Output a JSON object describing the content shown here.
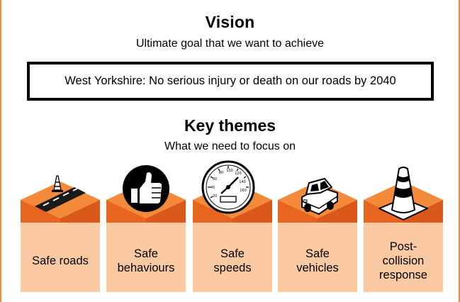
{
  "vision": {
    "title": "Vision",
    "subtitle": "Ultimate goal that we want to achieve",
    "statement": "West Yorkshire: No serious injury or death on our roads by 2040"
  },
  "themes": {
    "title": "Key themes",
    "subtitle": "What we need to focus on",
    "items": [
      {
        "label_lines": [
          "Safe roads"
        ],
        "icon": "road-cone-icon"
      },
      {
        "label_lines": [
          "Safe",
          "behaviours"
        ],
        "icon": "thumbs-up-icon"
      },
      {
        "label_lines": [
          "Safe",
          "speeds"
        ],
        "icon": "speedometer-icon"
      },
      {
        "label_lines": [
          "Safe",
          "vehicles"
        ],
        "icon": "car-icon"
      },
      {
        "label_lines": [
          "Post-",
          "collision",
          "response"
        ],
        "icon": "traffic-cone-icon"
      }
    ]
  },
  "speedometer_ticks": [
    "20",
    "40",
    "60",
    "80",
    "100",
    "120",
    "140",
    "160"
  ],
  "colors": {
    "orange_top": "#f28a3a",
    "orange_side": "#e8651f",
    "peach_body": "#fbc9a2",
    "frame": "#f28a3a"
  }
}
